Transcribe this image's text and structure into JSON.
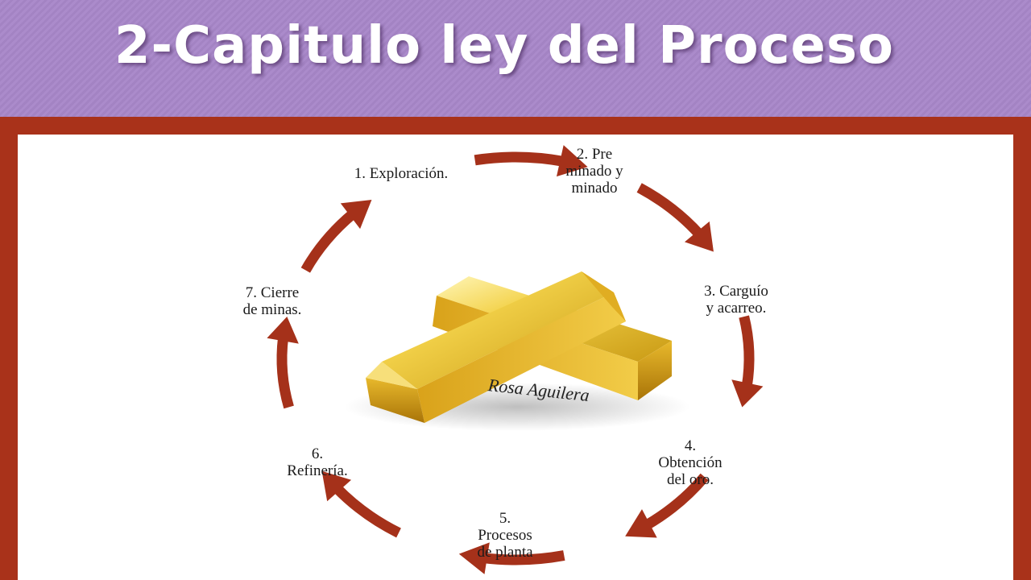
{
  "slide": {
    "title": "2-Capitulo ley del Proceso"
  },
  "colors": {
    "header": "#a889c9",
    "frame": "#a9321a",
    "arrow": "#a5311a",
    "panel": "#ffffff"
  },
  "diagram": {
    "steps": [
      {
        "label": "1. Exploración."
      },
      {
        "label": "2. Pre\nminado y\nminado"
      },
      {
        "label": "3. Carguío\ny acarreo."
      },
      {
        "label": "4.\nObtención\ndel oro."
      },
      {
        "label": "5.\nProcesos\nde planta"
      },
      {
        "label": "6.\nRefinería."
      },
      {
        "label": "7. Cierre\nde minas."
      }
    ],
    "center_image": {
      "icon": "gold-bars-icon",
      "signature": "Rosa Aguilera"
    }
  }
}
